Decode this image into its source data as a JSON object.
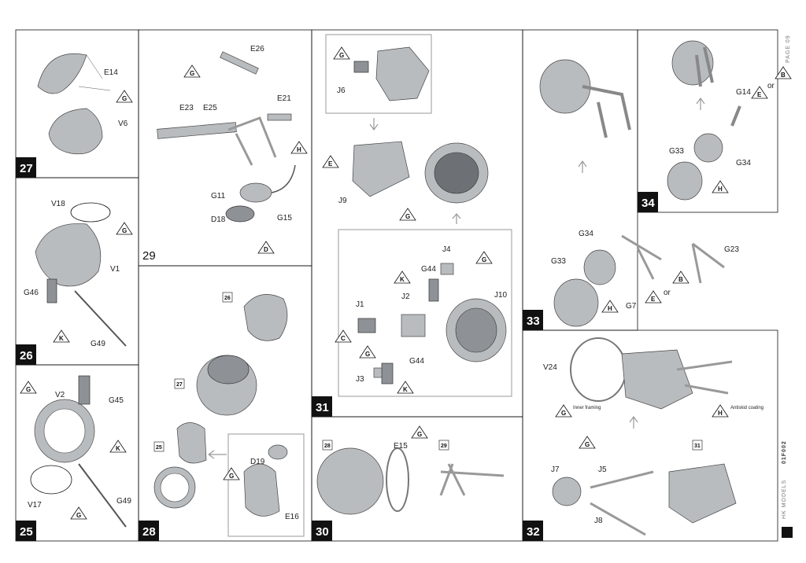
{
  "footer": {
    "publisher": "HK MODELS",
    "code": "01F002",
    "page": "PAGE 09"
  },
  "steps": {
    "s25": {
      "num": "25",
      "labels": [
        "V2",
        "G45",
        "V17",
        "G49"
      ],
      "tri": [
        "G",
        "G",
        "K"
      ]
    },
    "s26": {
      "num": "26",
      "labels": [
        "V18",
        "V1",
        "G46",
        "G49"
      ],
      "tri": [
        "G",
        "K"
      ]
    },
    "s27": {
      "num": "27",
      "labels": [
        "E14",
        "V6"
      ],
      "tri": [
        "G"
      ]
    },
    "s28": {
      "num": "28",
      "labels": [
        "D19",
        "E16"
      ],
      "tri": [
        "G"
      ],
      "refs": [
        "26",
        "27",
        "25"
      ]
    },
    "s29": {
      "num": "29",
      "labels": [
        "E26",
        "E23",
        "E25",
        "E21",
        "G11",
        "D18",
        "G15"
      ],
      "tri": [
        "G",
        "H",
        "D"
      ]
    },
    "s30": {
      "num": "30",
      "labels": [
        "E15"
      ],
      "tri": [
        "G"
      ],
      "refs": [
        "28",
        "29"
      ]
    },
    "s31": {
      "num": "31",
      "labels": [
        "J6",
        "J9",
        "J1",
        "J2",
        "G44",
        "J4",
        "J3",
        "G44",
        "J10"
      ],
      "tri": [
        "G",
        "E",
        "G",
        "C",
        "G",
        "K",
        "G",
        "K"
      ]
    },
    "s32": {
      "num": "32",
      "labels": [
        "V24",
        "J7",
        "J5",
        "J8"
      ],
      "tri": [
        "G",
        "H",
        "G"
      ],
      "notes": [
        "Inner framing",
        "Antiskid coating"
      ],
      "refs": [
        "31"
      ]
    },
    "s33": {
      "num": "33",
      "labels": [
        "G33",
        "G34",
        "G23",
        "G7"
      ],
      "tri": [
        "H",
        "E",
        "B"
      ],
      "or": "or"
    },
    "s34": {
      "num": "34",
      "labels": [
        "G14",
        "G33",
        "G34"
      ],
      "tri": [
        "E",
        "B",
        "H"
      ],
      "or": "or"
    }
  }
}
